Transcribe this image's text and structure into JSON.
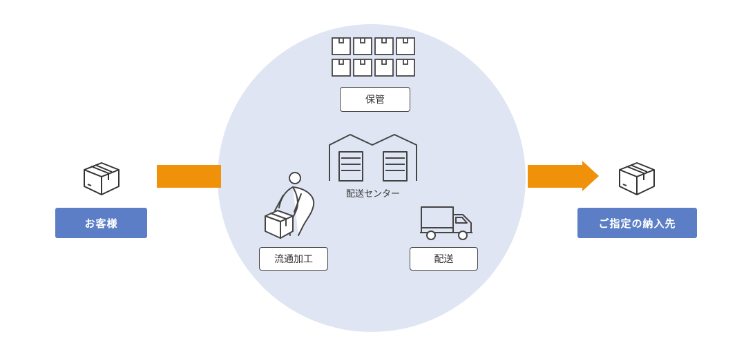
{
  "nodes": {
    "customer": "お客様",
    "destination": "ご指定の納入先",
    "center": "配送センター",
    "storage": "保管",
    "processing": "流通加工",
    "delivery": "配送"
  },
  "colors": {
    "arrow": "#f0910a",
    "label_fill": "#5b7ec6",
    "circle_fill": "#dfe5f2",
    "line": "#444444"
  },
  "icons": {
    "customer_box": "box-icon",
    "destination_box": "box-icon",
    "storage_grid": "boxes-grid-icon",
    "warehouse": "warehouse-icon",
    "worker": "worker-lifting-box-icon",
    "truck": "truck-icon"
  }
}
